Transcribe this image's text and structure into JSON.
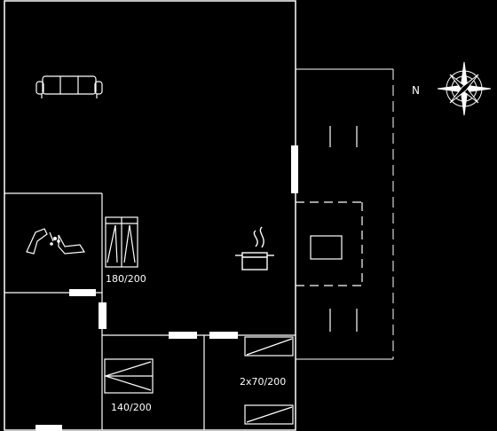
{
  "plan": {
    "compass_label": "N",
    "rooms": [
      {
        "label": "180/200"
      },
      {
        "label": "140/200"
      },
      {
        "label": "2x70/200"
      }
    ],
    "colors": {
      "background": "#000000",
      "lines": "#ffffff"
    },
    "icons": [
      "sofa-icon",
      "shower-icon",
      "stove-pot-icon",
      "bunk-bed-icon",
      "double-bed-icon",
      "compass-rose-icon"
    ]
  }
}
